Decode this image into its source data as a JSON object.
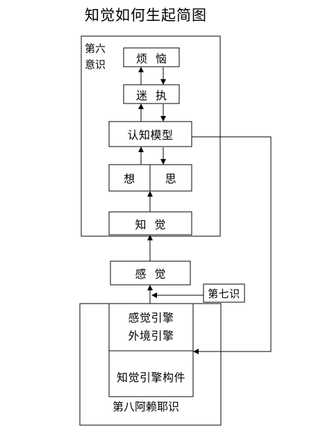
{
  "title": "知觉如何生起简图",
  "sixth_consciousness": {
    "label_line1": "第六",
    "label_line2": "意识"
  },
  "boxes": {
    "vexation": "烦恼",
    "delusion": "迷执",
    "cognitive_model": "认知模型",
    "thought_left": "想",
    "thought_right": "思",
    "perception": "知觉",
    "sensation": "感觉",
    "seventh_consciousness": "第七识",
    "engines_line1": "感觉引擎",
    "engines_line2": "外境引擎",
    "engine_components": "知觉引擎构件"
  },
  "eighth_consciousness": {
    "label": "第八阿赖耶识"
  }
}
